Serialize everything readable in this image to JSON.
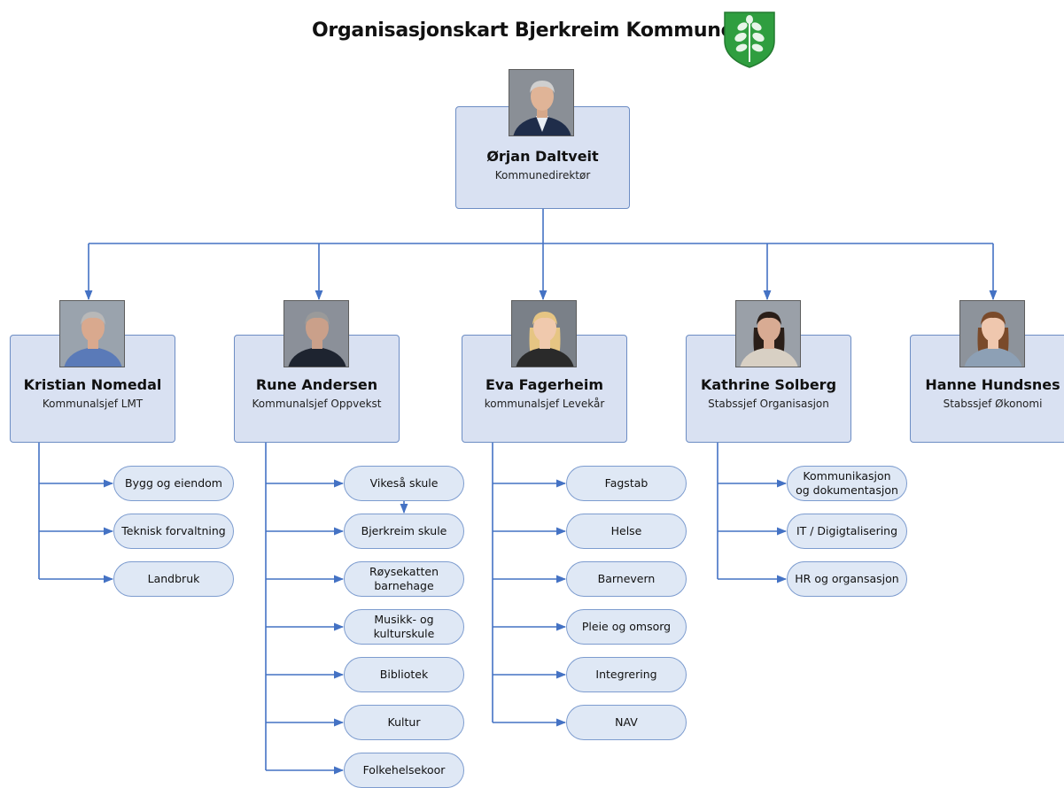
{
  "title": "Organisasjonskart Bjerkreim Kommune",
  "colors": {
    "line": "#4472c4",
    "card": "#d9e1f2",
    "unit": "#dfe8f5",
    "crest": "#2f9e3f"
  },
  "director": {
    "name": "Ørjan Daltveit",
    "role": "Kommunedirektør"
  },
  "divisions": [
    {
      "name": "Kristian Nomedal",
      "role": "Kommunalsjef LMT",
      "units": [
        "Bygg og eiendom",
        "Teknisk forvaltning",
        "Landbruk"
      ]
    },
    {
      "name": "Rune Andersen",
      "role": "Kommunalsjef Oppvekst",
      "units": [
        "Vikeså skule",
        "Bjerkreim skule",
        "Røysekatten barnehage",
        "Musikk- og kulturskule",
        "Bibliotek",
        "Kultur",
        "Folkehelsekoor"
      ]
    },
    {
      "name": "Eva Fagerheim",
      "role": "kommunalsjef Levekår",
      "units": [
        "Fagstab",
        "Helse",
        "Barnevern",
        "Pleie og omsorg",
        "Integrering",
        "NAV"
      ]
    },
    {
      "name": "Kathrine Solberg",
      "role": "Stabssjef Organisasjon",
      "units": [
        "Kommunikasjon og dokumentasjon",
        "IT / Digigtalisering",
        "HR og organsasjon"
      ]
    },
    {
      "name": "Hanne Hundsnes",
      "role": "Stabssjef Økonomi",
      "units": []
    }
  ]
}
